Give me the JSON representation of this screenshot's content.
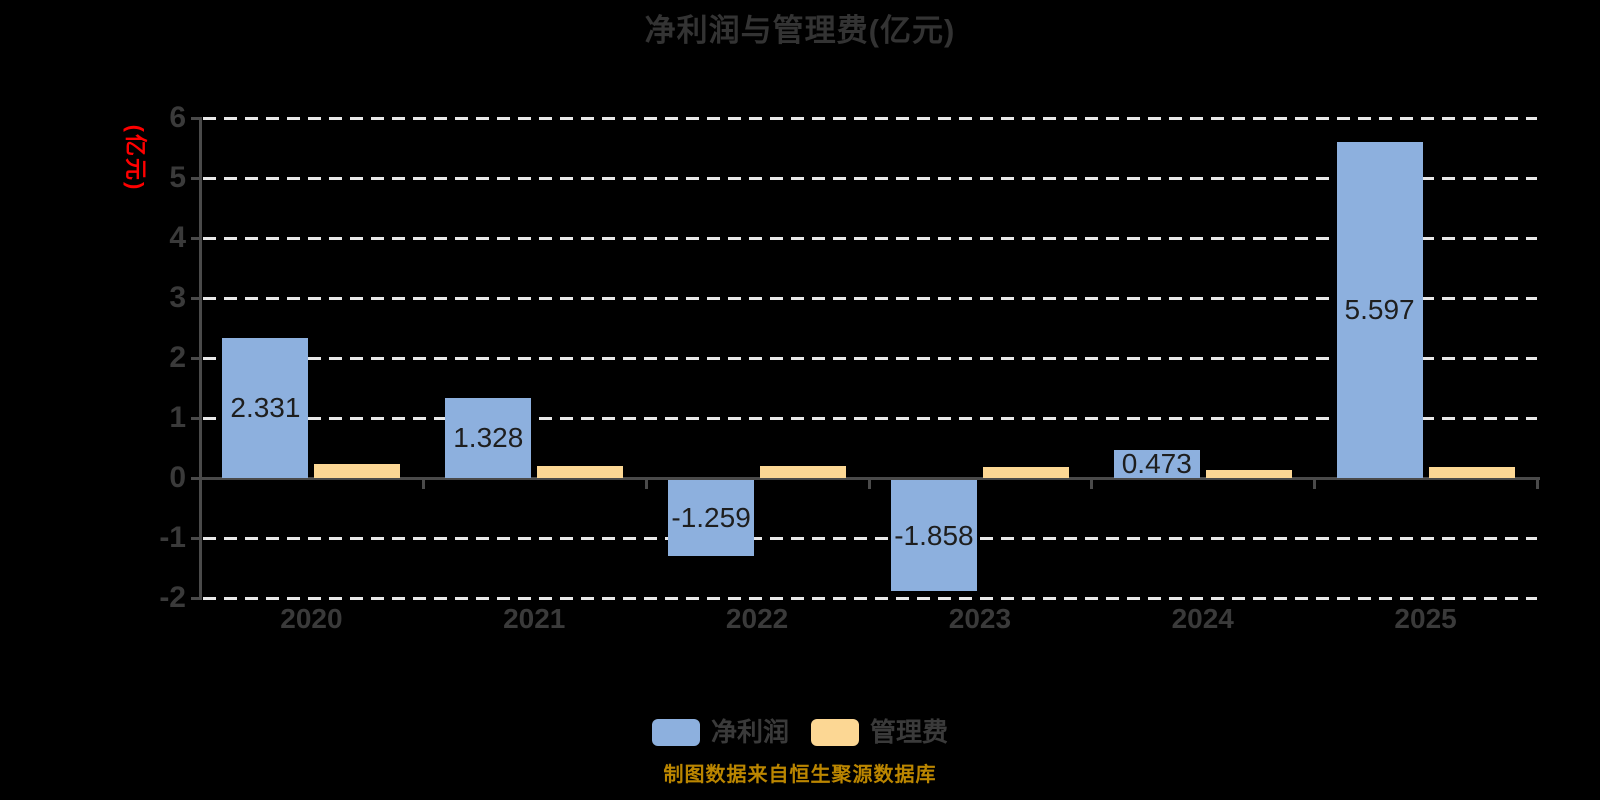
{
  "title": "净利润与管理费(亿元)",
  "y_axis_name": "(亿元)",
  "footer": "制图数据来自恒生聚源数据库",
  "legend": [
    {
      "key": "net-profit",
      "label": "净利润",
      "color": "#8DB0DE"
    },
    {
      "key": "management-fee",
      "label": "管理费",
      "color": "#FCD794"
    }
  ],
  "colors": {
    "background": "#000000",
    "title_text": "#333333",
    "axis_text": "#3A3A3A",
    "value_label_text": "#1E1E1E",
    "axis_line": "#4A4A4A",
    "gridline": "#E8E8E8",
    "y_unit_label": "#FF0000",
    "footer_text": "#BB8600",
    "net_profit_bar": "#8DB0DE",
    "management_fee_bar": "#FCD794"
  },
  "chart_data": {
    "type": "bar",
    "title": "净利润与管理费(亿元)",
    "categories": [
      "2020",
      "2021",
      "2022",
      "2023",
      "2024",
      "2025"
    ],
    "series": [
      {
        "key": "net-profit",
        "name": "净利润",
        "color": "#8DB0DE",
        "values": [
          2.331,
          1.328,
          -1.259,
          -1.858,
          0.473,
          5.597
        ],
        "labels": [
          "2.331",
          "1.328",
          "-1.259",
          "-1.858",
          "0.473",
          "5.597"
        ]
      },
      {
        "key": "management-fee",
        "name": "管理费",
        "color": "#FCD794",
        "values": [
          0.23,
          0.2,
          0.2,
          0.19,
          0.14,
          0.18
        ],
        "labels": null
      }
    ],
    "ylabel": "(亿元)",
    "ylim": [
      -2,
      6
    ],
    "yticks": [
      6,
      5,
      4,
      3,
      2,
      1,
      0,
      -1,
      -2
    ],
    "grid": "horizontal-dashed",
    "legend_position": "bottom",
    "annotations": [
      "制图数据来自恒生聚源数据库"
    ]
  }
}
